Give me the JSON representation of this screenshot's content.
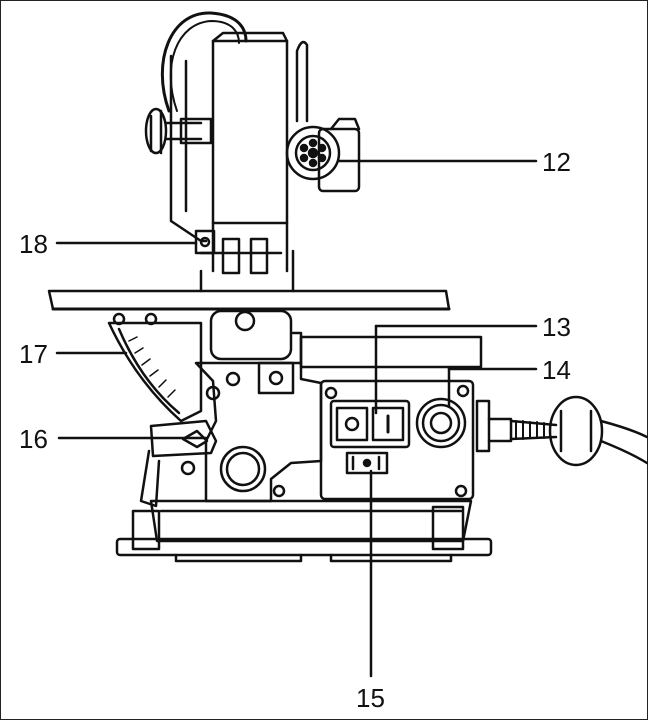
{
  "figure": {
    "callouts": {
      "c12": "12",
      "c13": "13",
      "c14": "14",
      "c15": "15",
      "c16": "16",
      "c17": "17",
      "c18": "18"
    }
  }
}
